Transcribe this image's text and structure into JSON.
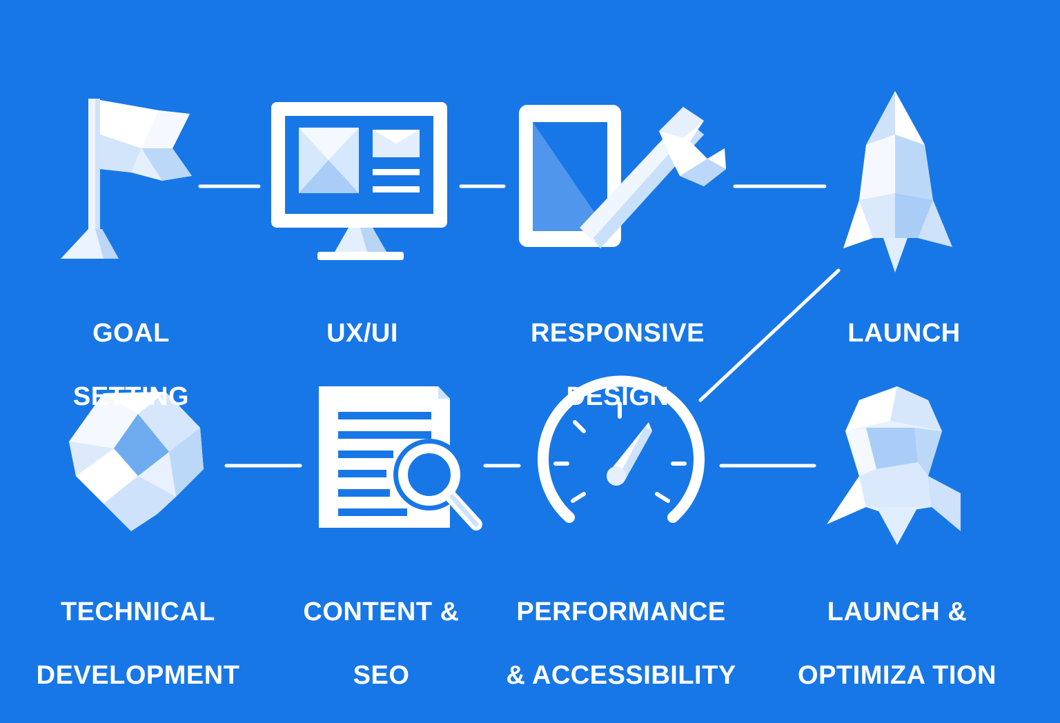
{
  "colors": {
    "background": "#1877e6",
    "icon_light": "#ffffff",
    "icon_mid": "#dbeafe",
    "icon_shade": "#a9cdf6",
    "icon_accent": "#6fabef"
  },
  "steps": [
    {
      "id": "goal-setting",
      "icon": "flag-icon",
      "line1": "GOAL",
      "line2": "SETTING"
    },
    {
      "id": "ux-ui",
      "icon": "monitor-icon",
      "line1": "UX/UI",
      "line2": ""
    },
    {
      "id": "responsive-design",
      "icon": "tablet-wrench-icon",
      "line1": "RESPONSIVE",
      "line2": "DESIGN"
    },
    {
      "id": "launch",
      "icon": "rocket-icon",
      "line1": "LAUNCH",
      "line2": ""
    },
    {
      "id": "technical-development",
      "icon": "gem-icon",
      "line1": "TECHNICAL",
      "line2": "DEVELOPMENT"
    },
    {
      "id": "content-seo",
      "icon": "document-search-icon",
      "line1": "CONTENT &",
      "line2": "SEO"
    },
    {
      "id": "performance-accessibility",
      "icon": "speedometer-icon",
      "line1": "PERFORMANCE",
      "line2": "& ACCESSIBILITY"
    },
    {
      "id": "launch-optimization",
      "icon": "rocket-icon",
      "line1": "LAUNCH &",
      "line2": "OPTIMIZA TION"
    }
  ]
}
